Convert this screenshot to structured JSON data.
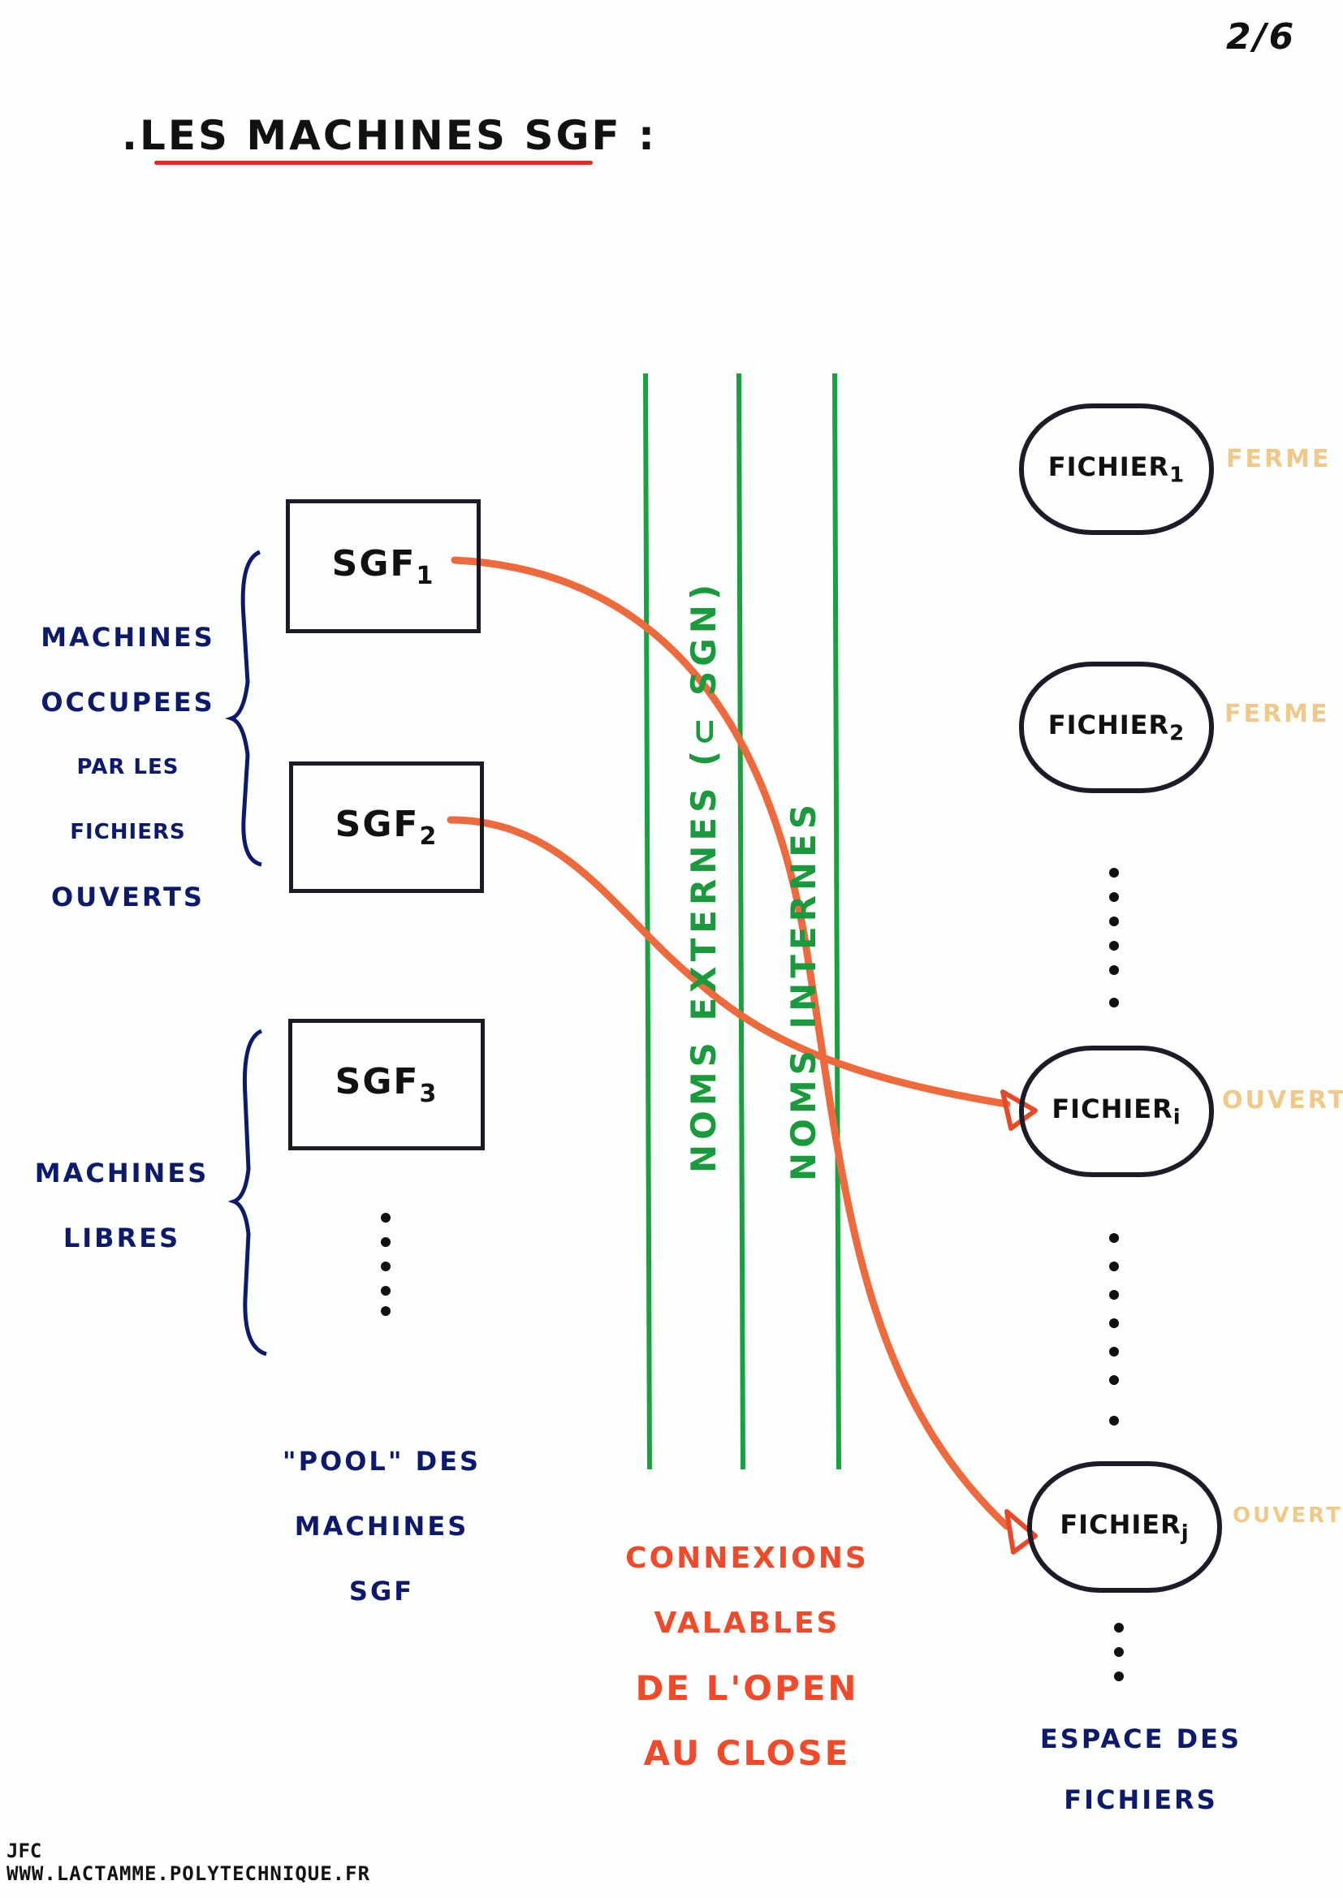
{
  "page_number": "2/6",
  "title": ".LES MACHINES SGF :",
  "sgf_boxes": {
    "sgf1": {
      "name": "SGF",
      "index": "1"
    },
    "sgf2": {
      "name": "SGF",
      "index": "2"
    },
    "sgf3": {
      "name": "SGF",
      "index": "3"
    }
  },
  "left_labels": {
    "occupees": [
      "MACHINES",
      "OCCUPEES",
      "PAR LES FICHIERS",
      "OUVERTS"
    ],
    "libres": [
      "MACHINES",
      "LIBRES"
    ]
  },
  "pool_label": [
    "\"POOL\" DES",
    "MACHINES",
    "SGF"
  ],
  "columns": {
    "noms_externes": "NOMS EXTERNES (⊂ SGN)",
    "noms_internes": "NOMS INTERNES"
  },
  "connexions_label": [
    "CONNEXIONS",
    "VALABLES",
    "DE L'OPEN",
    "AU CLOSE"
  ],
  "fichiers": {
    "f1": {
      "name": "FICHIER",
      "index": "1",
      "status": "FERME"
    },
    "f2": {
      "name": "FICHIER",
      "index": "2",
      "status": "FERME"
    },
    "fi": {
      "name": "FICHIER",
      "index": "i",
      "status": "OUVERT"
    },
    "fj": {
      "name": "FICHIER",
      "index": "j",
      "status": "OUVERT"
    }
  },
  "espace_label": [
    "ESPACE DES",
    "FICHIERS"
  ],
  "footer": {
    "jfc": "JFC",
    "url": "WWW.LACTAMME.POLYTECHNIQUE.FR"
  },
  "colors": {
    "navy": "#0c1a6e",
    "green": "#1a9a3c",
    "red": "#f04a2a",
    "arrow": "#ee6a3c",
    "beige": "#f0c888"
  }
}
